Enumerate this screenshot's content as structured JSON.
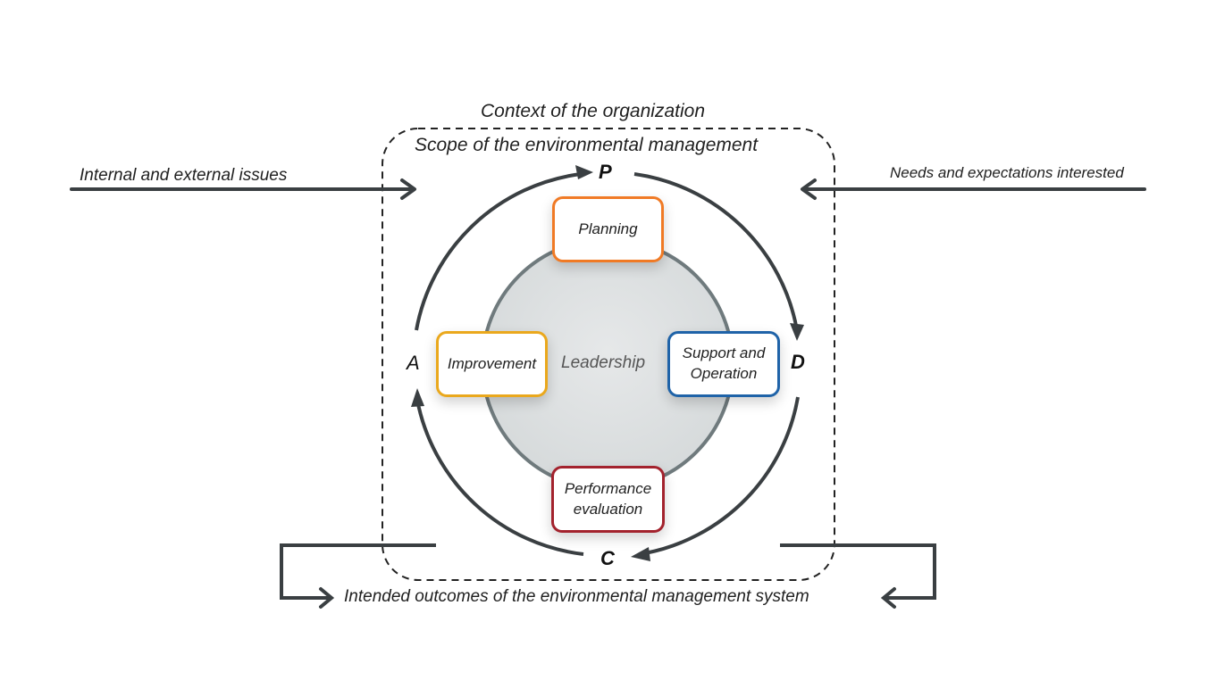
{
  "title": "Context of the organization",
  "scope": "Scope of the environmental management",
  "inputs": {
    "left": "Internal and external issues",
    "right": "Needs and expectations interested"
  },
  "output": "Intended outcomes of the environmental management system",
  "center": "Leadership",
  "cycle": {
    "p": "P",
    "d": "D",
    "c": "C",
    "a": "A"
  },
  "stages": {
    "planning": {
      "label": "Planning",
      "color": "#f07a25"
    },
    "support": {
      "label": "Support and Operation",
      "color": "#1f63a8"
    },
    "performance": {
      "label": "Performance evaluation",
      "color": "#a3222d"
    },
    "improvement": {
      "label": "Improvement",
      "color": "#eaa81d"
    }
  },
  "colors": {
    "line": "#3a3f42",
    "core_fill": "#dde0e1",
    "core_border": "#6f7a7d"
  }
}
